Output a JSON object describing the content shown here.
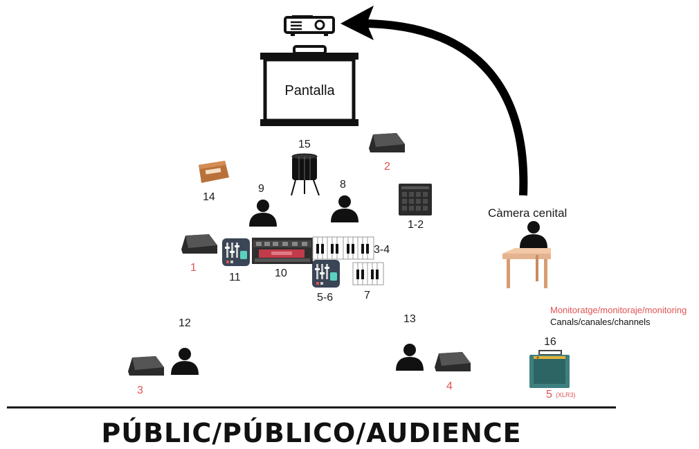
{
  "screen": {
    "label": "Pantalla"
  },
  "camera": {
    "label": "Càmera cenital"
  },
  "inputs": {
    "ch_1_2": "1-2",
    "ch_3_4": "3-4",
    "ch_5_6": "5-6",
    "ch_7": "7",
    "ch_8": "8",
    "ch_9": "9",
    "ch_10": "10",
    "ch_11": "11",
    "ch_12": "12",
    "ch_13": "13",
    "ch_14": "14",
    "ch_15": "15",
    "ch_16": "16"
  },
  "monitors": {
    "m1": "1",
    "m2": "2",
    "m3": "3",
    "m4": "4",
    "m5": "5",
    "m5_note": "(XLR3)"
  },
  "legend": {
    "monitoring": "Monitoratge/monitoraje/monitoring",
    "channels": "Canals/canales/channels"
  },
  "audience": "PÚBLIC/PÚBLICO/AUDIENCE",
  "colors": {
    "monitor_text": "#e05252",
    "text": "#1a1a1a",
    "table": "#e3b48f",
    "amp": "#3f7f7f"
  }
}
